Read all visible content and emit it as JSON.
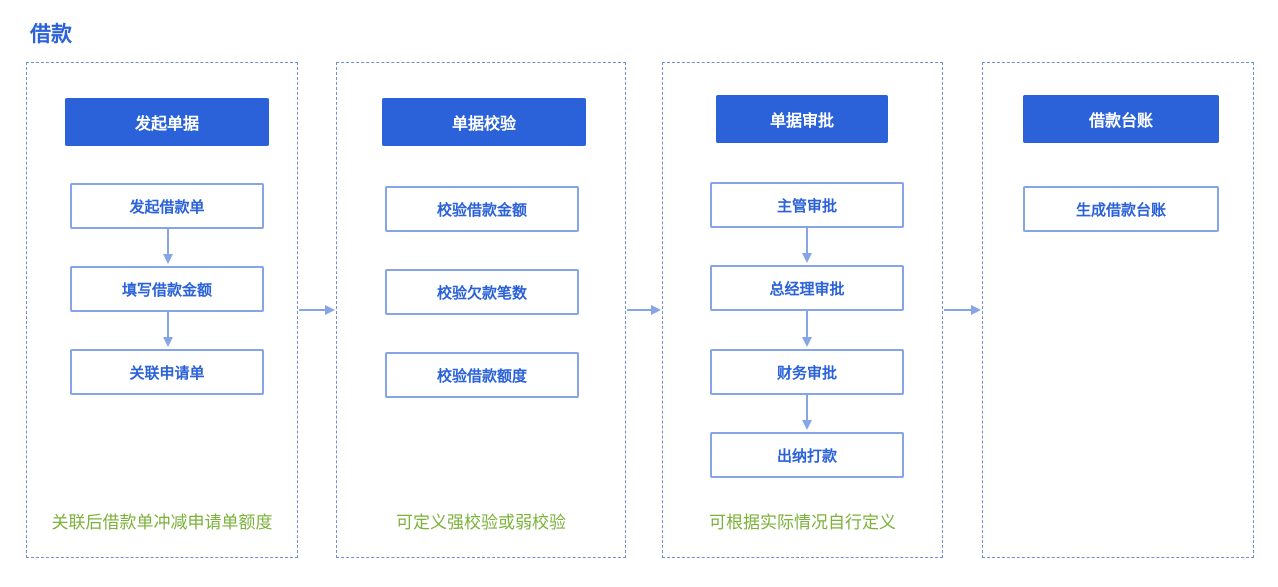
{
  "title": "借款",
  "colors": {
    "accent": "#2b62d9",
    "step_border": "#86a5e6",
    "note": "#7bb23a",
    "dashed": "#6f8fd8"
  },
  "columns": [
    {
      "header": "发起单据",
      "steps": [
        "发起借款单",
        "填写借款金额",
        "关联申请单"
      ],
      "note": "关联后借款单冲减申请单额度"
    },
    {
      "header": "单据校验",
      "steps": [
        "校验借款金额",
        "校验欠款笔数",
        "校验借款额度"
      ],
      "note": "可定义强校验或弱校验"
    },
    {
      "header": "单据审批",
      "steps": [
        "主管审批",
        "总经理审批",
        "财务审批",
        "出纳打款"
      ],
      "note": "可根据实际情况自行定义"
    },
    {
      "header": "借款台账",
      "steps": [
        "生成借款台账"
      ],
      "note": ""
    }
  ]
}
